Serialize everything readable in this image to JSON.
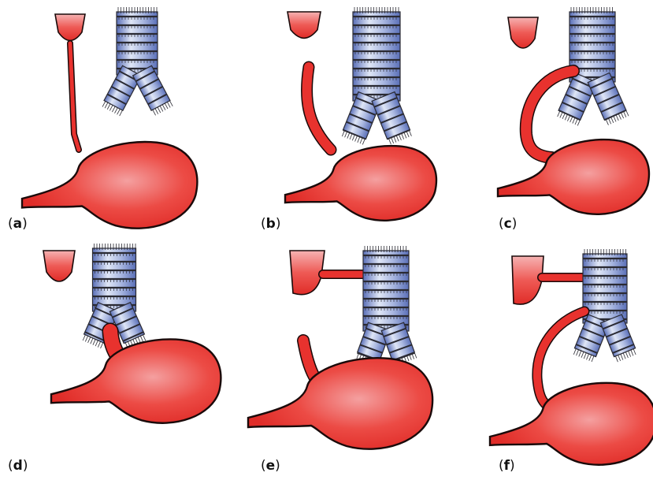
{
  "figure": {
    "panels": [
      {
        "open": "(",
        "letter": "a",
        "close": ")"
      },
      {
        "open": "(",
        "letter": "b",
        "close": ")"
      },
      {
        "open": "(",
        "letter": "c",
        "close": ")"
      },
      {
        "open": "(",
        "letter": "d",
        "close": ")"
      },
      {
        "open": "(",
        "letter": "e",
        "close": ")"
      },
      {
        "open": "(",
        "letter": "f",
        "close": ")"
      }
    ],
    "colors": {
      "stomach": "#e8322e",
      "stomach_highlight": "#f4a0a0",
      "outline": "#1a0a0a",
      "trachea_light": "#dfe6f6",
      "trachea_mid": "#a9b7e0",
      "trachea_dark": "#5a6fb8",
      "ring": "#2a2a33",
      "background": "#ffffff"
    },
    "icons": [
      "esophageal-pouch",
      "trachea",
      "bronchi",
      "stomach",
      "fistula"
    ]
  }
}
